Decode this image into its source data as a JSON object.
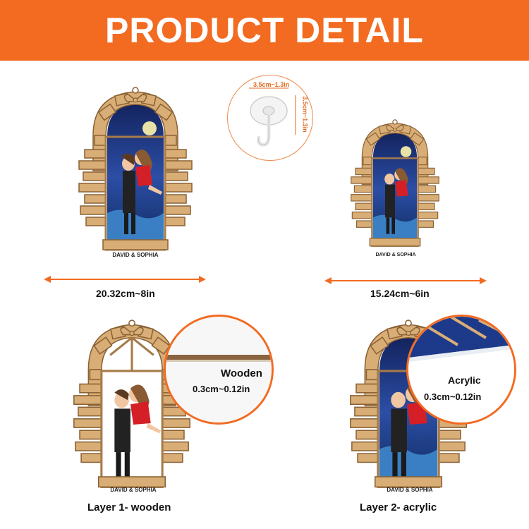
{
  "header": {
    "title": "PRODUCT DETAIL"
  },
  "colors": {
    "accent": "#f26b21",
    "wood": "#d8ad76",
    "wood_dark": "#a77b48",
    "sky": "#1f3b86"
  },
  "hook": {
    "width_label": "3.5cm~1.3in",
    "height_label": "3.5cm~1.3in"
  },
  "products": {
    "large": {
      "name_plate": "DAVID & SOPHIA",
      "size_label": "20.32cm~8in"
    },
    "small": {
      "name_plate": "DAVID & SOPHIA",
      "size_label": "15.24cm~6in"
    },
    "layer1": {
      "name_plate": "DAVID & SOPHIA",
      "caption": "Layer 1- wooden",
      "material": "Wooden",
      "thickness": "0.3cm~0.12in"
    },
    "layer2": {
      "name_plate": "DAVID & SOPHIA",
      "caption": "Layer 2- acrylic",
      "material": "Acrylic",
      "thickness": "0.3cm~0.12in"
    }
  }
}
